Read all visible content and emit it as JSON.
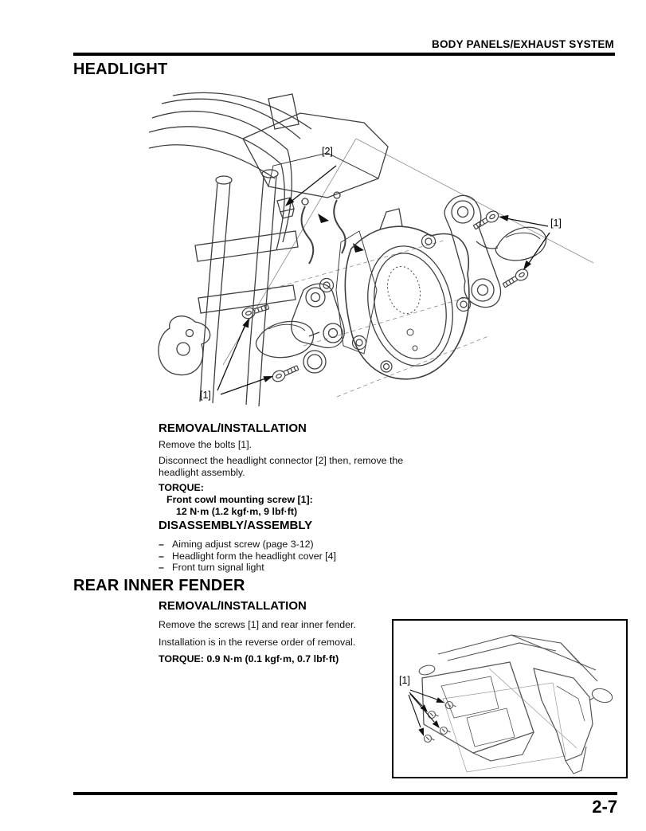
{
  "header": {
    "title": "BODY PANELS/EXHAUST SYSTEM"
  },
  "footer": {
    "page_number": "2-7"
  },
  "headlight": {
    "title": "HEADLIGHT",
    "figure_labels": {
      "connector": "[2]",
      "bolts_upper": "[1]",
      "bolts_lower": "[1]"
    },
    "removal": {
      "heading": "REMOVAL/INSTALLATION",
      "para1": "Remove the bolts [1].",
      "para2": "Disconnect the headlight connector [2] then, remove the headlight assembly.",
      "torque_label": "TORQUE:",
      "torque_item": "Front cowl mounting screw [1]:",
      "torque_value": "12 N·m (1.2 kgf·m, 9 lbf·ft)"
    },
    "disassembly": {
      "heading": "DISASSEMBLY/ASSEMBLY",
      "bullet": "–",
      "items": [
        "Aiming adjust screw (page 3-12)",
        "Headlight form the headlight cover [4]",
        "Front turn signal light"
      ]
    }
  },
  "rear_fender": {
    "title": "REAR INNER FENDER",
    "removal": {
      "heading": "REMOVAL/INSTALLATION",
      "para1": "Remove the screws [1] and rear inner fender.",
      "para2": "Installation is in the reverse order of removal.",
      "torque": "TORQUE: 0.9 N·m (0.1 kgf·m, 0.7 lbf·ft)"
    },
    "figure_label": "[1]"
  },
  "colors": {
    "ink": "#000000",
    "line_art": "#3f3f3f"
  }
}
